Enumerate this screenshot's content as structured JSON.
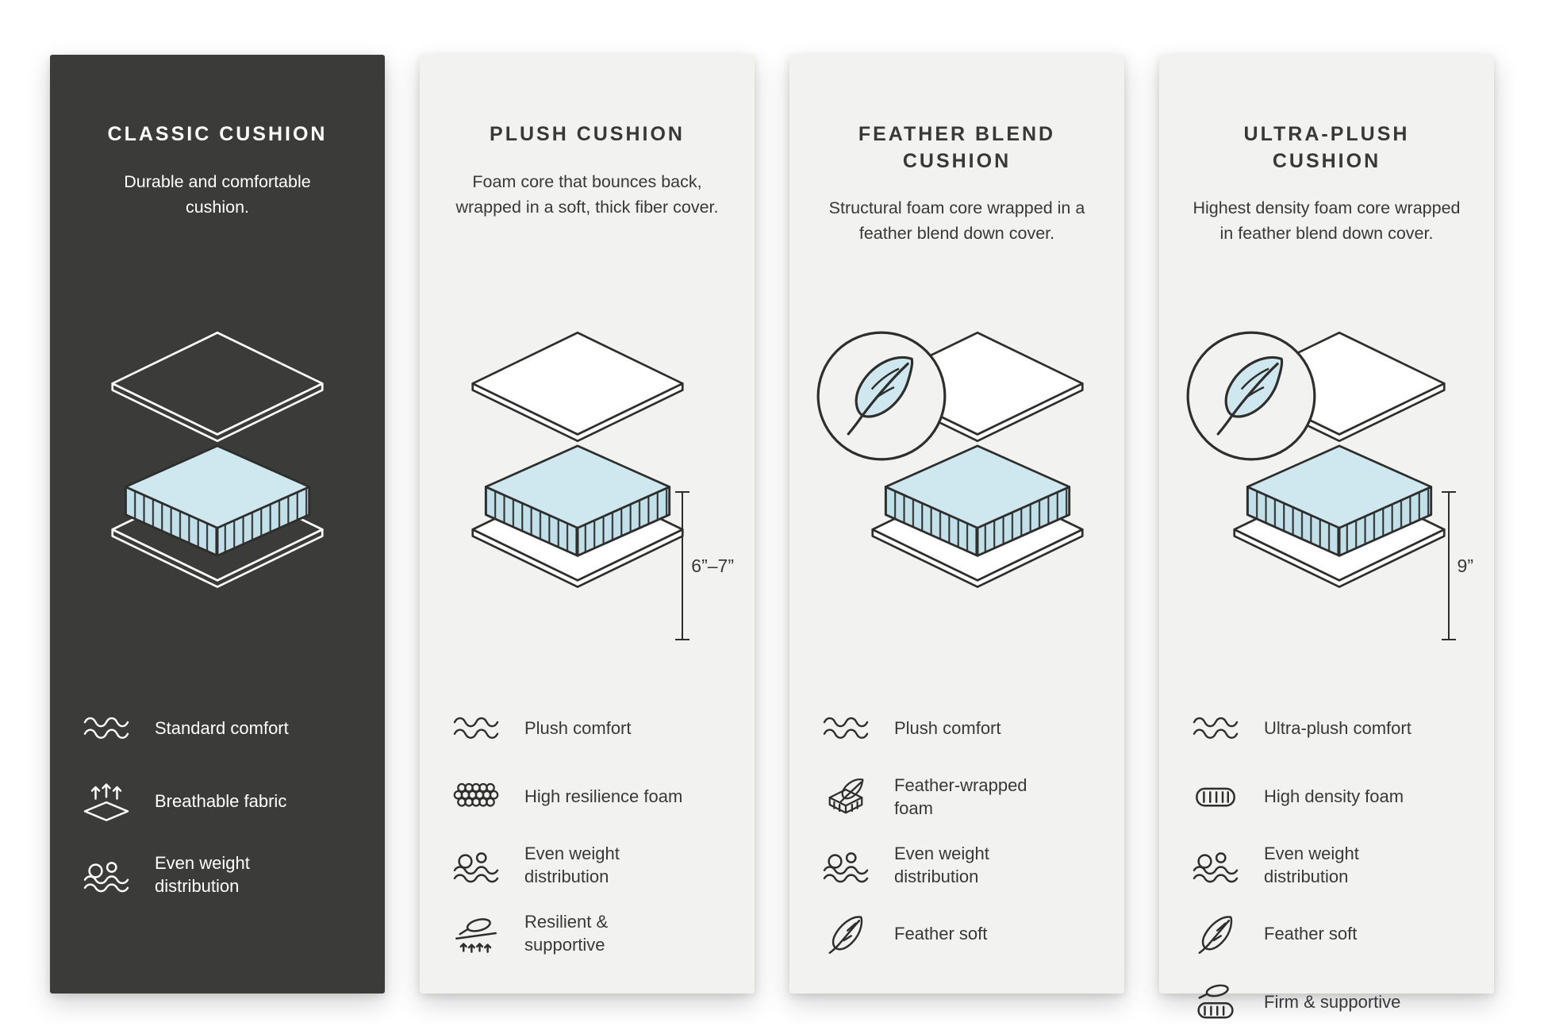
{
  "colors": {
    "dark_panel": "#3B3B39",
    "light_panel": "#F2F2F1",
    "foam_blue": "#C9E3EC",
    "outline_dark": "#2E2E2C",
    "text_light": "#FFFFFF",
    "text_dark": "#383838"
  },
  "panels": [
    {
      "title": "CLASSIC CUSHION",
      "description": "Durable and comfortable cushion.",
      "theme": "dark",
      "features": [
        {
          "icon": "waves-icon",
          "label": "Standard comfort"
        },
        {
          "icon": "breathable-fabric-icon",
          "label": "Breathable fabric"
        },
        {
          "icon": "even-weight-icon",
          "label": "Even weight distribution"
        }
      ]
    },
    {
      "title": "PLUSH CUSHION",
      "description": "Foam core that bounces back, wrapped in a soft, thick fiber cover.",
      "theme": "light",
      "measurement": "6”–7”",
      "features": [
        {
          "icon": "waves-icon",
          "label": "Plush comfort"
        },
        {
          "icon": "honeycomb-foam-icon",
          "label": "High resilience foam"
        },
        {
          "icon": "even-weight-icon",
          "label": "Even weight distribution"
        },
        {
          "icon": "resilient-supportive-icon",
          "label": "Resilient & supportive"
        }
      ]
    },
    {
      "title": "FEATHER BLEND CUSHION",
      "description": "Structural foam core wrapped in a feather blend down cover.",
      "theme": "light",
      "features": [
        {
          "icon": "waves-icon",
          "label": "Plush comfort"
        },
        {
          "icon": "feather-wrapped-foam-icon",
          "label": "Feather-wrapped foam"
        },
        {
          "icon": "even-weight-icon",
          "label": "Even weight distribution"
        },
        {
          "icon": "feather-icon",
          "label": "Feather soft"
        }
      ]
    },
    {
      "title": "ULTRA-PLUSH CUSHION",
      "description": "Highest density foam core wrapped in feather blend down cover.",
      "theme": "light",
      "measurement": "9”",
      "features": [
        {
          "icon": "waves-icon",
          "label": "Ultra-plush comfort"
        },
        {
          "icon": "high-density-foam-icon",
          "label": "High density foam"
        },
        {
          "icon": "even-weight-icon",
          "label": "Even weight distribution"
        },
        {
          "icon": "feather-icon",
          "label": "Feather soft"
        },
        {
          "icon": "firm-supportive-icon",
          "label": "Firm & supportive"
        }
      ]
    }
  ]
}
